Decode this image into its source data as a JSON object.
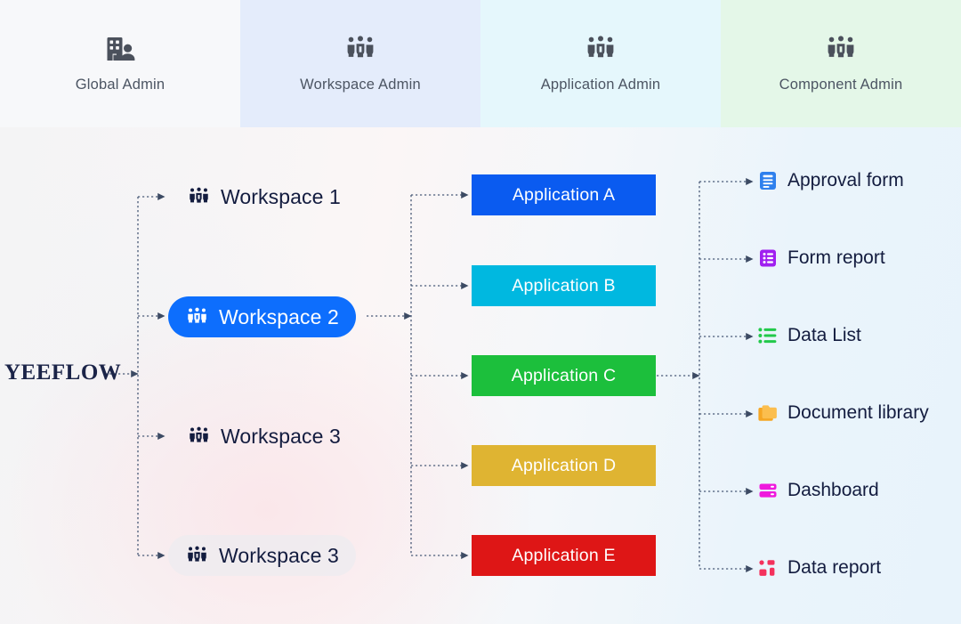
{
  "header": {
    "panels": [
      {
        "label": "Global Admin",
        "icon": "building-person-icon",
        "bg": "#f7f8fa"
      },
      {
        "label": "Workspace Admin",
        "icon": "user-group-icon",
        "bg": "#e4ecfb"
      },
      {
        "label": "Application Admin",
        "icon": "user-group-icon",
        "bg": "#e5f7fc"
      },
      {
        "label": "Component Admin",
        "icon": "user-group-icon",
        "bg": "#e4f7e8"
      }
    ]
  },
  "brand": {
    "name": "YEEFLOW"
  },
  "workspaces": [
    {
      "label": "Workspace 1",
      "icon": "user-group-icon",
      "state": "plain"
    },
    {
      "label": "Workspace 2",
      "icon": "user-group-icon",
      "state": "active"
    },
    {
      "label": "Workspace 3",
      "icon": "user-group-icon",
      "state": "plain"
    },
    {
      "label": "Workspace 3",
      "icon": "user-group-icon",
      "state": "soft"
    }
  ],
  "applications": [
    {
      "label": "Application A",
      "color": "#0a5bf0"
    },
    {
      "label": "Application B",
      "color": "#00b8e0"
    },
    {
      "label": "Application C",
      "color": "#1cbf3c"
    },
    {
      "label": "Application D",
      "color": "#dfb432"
    },
    {
      "label": "Application E",
      "color": "#de1616"
    }
  ],
  "components": [
    {
      "label": "Approval form",
      "icon": "approval-form-icon",
      "color": "#2f80ed"
    },
    {
      "label": "Form report",
      "icon": "form-report-icon",
      "color": "#a020f0"
    },
    {
      "label": "Data List",
      "icon": "data-list-icon",
      "color": "#22c94a"
    },
    {
      "label": "Document library",
      "icon": "document-library-icon",
      "color": "#f5a623"
    },
    {
      "label": "Dashboard",
      "icon": "dashboard-icon",
      "color": "#ef18dd"
    },
    {
      "label": "Data report",
      "icon": "data-report-icon",
      "color": "#f4315c"
    }
  ],
  "colors": {
    "accent": "#0d6efd",
    "node_text": "#131c3f",
    "header_text": "#4c5563",
    "connector": "#4a5b78"
  }
}
